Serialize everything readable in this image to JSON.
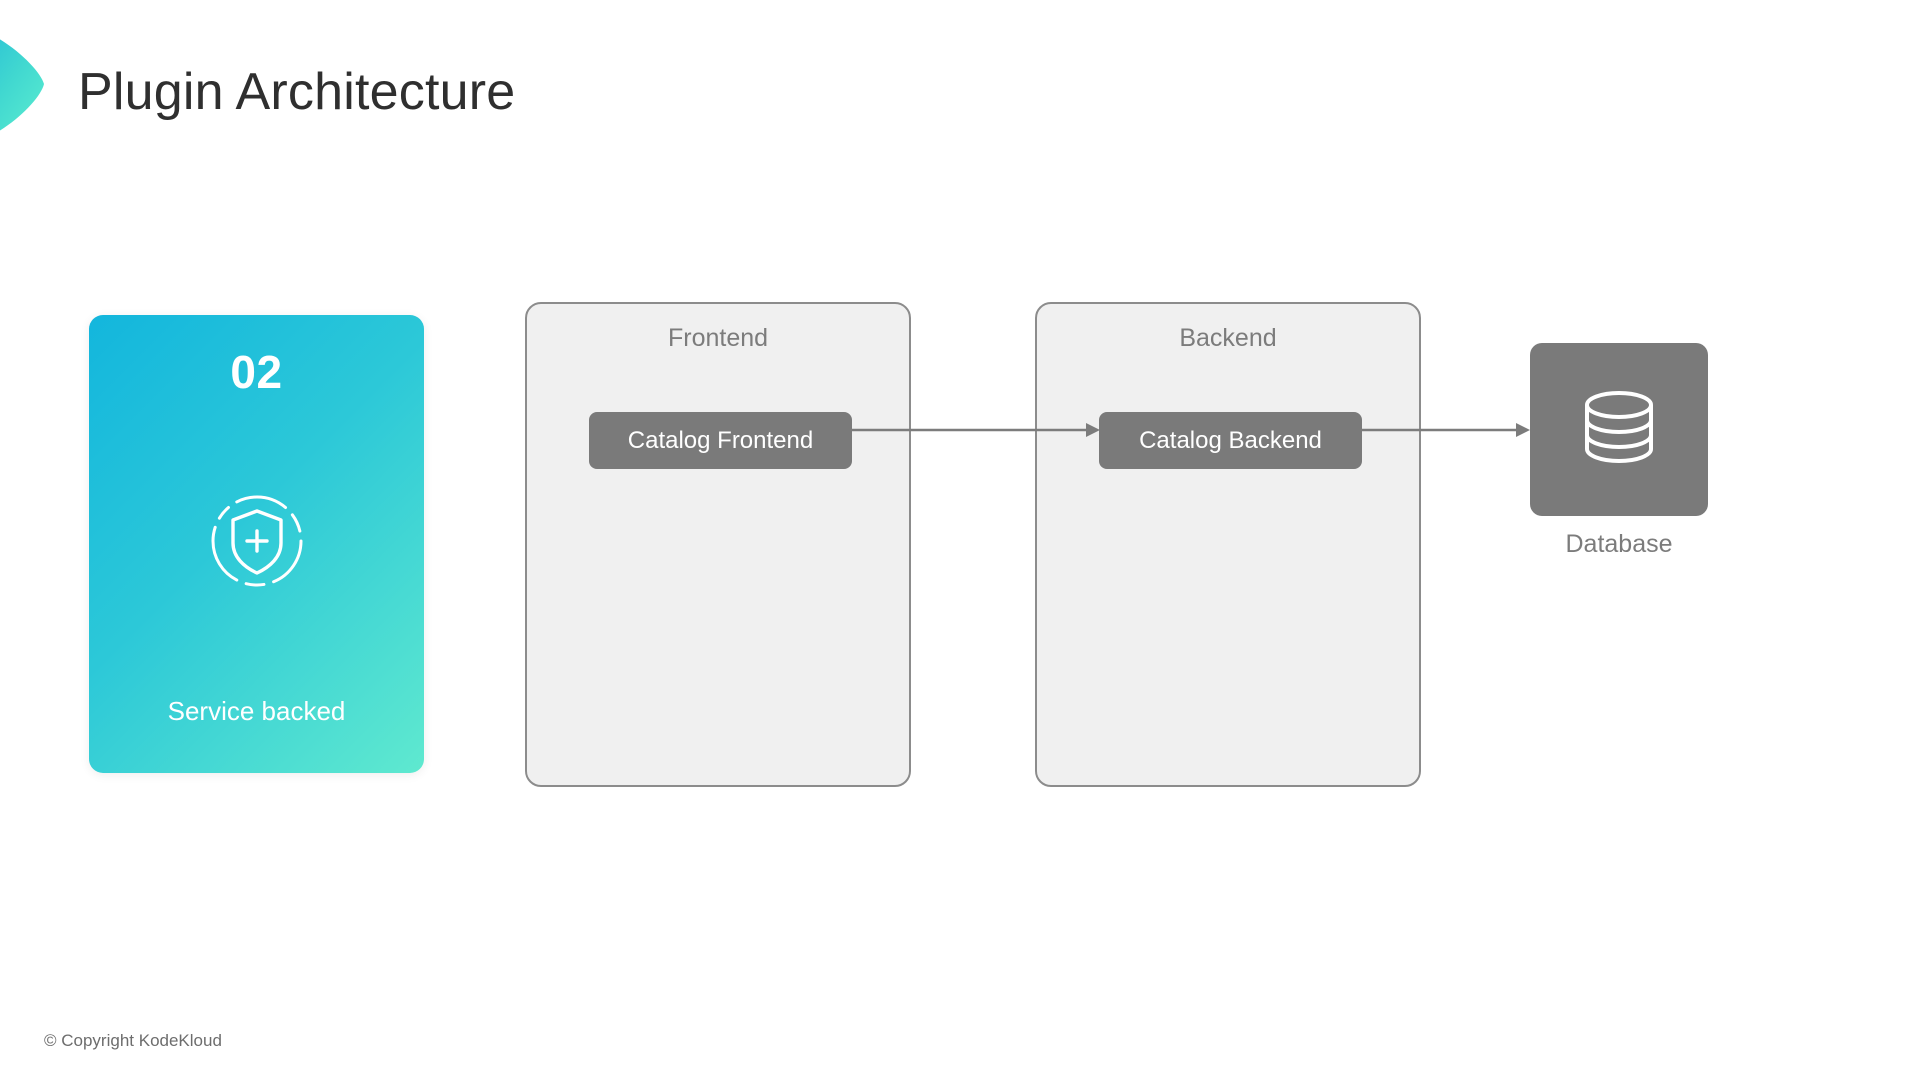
{
  "header": {
    "title": "Plugin Architecture",
    "logo_icon": "chevron-logo-icon"
  },
  "number_card": {
    "number": "02",
    "caption": "Service backed",
    "icon": "shield-plus-icon",
    "gradient_from": "#13b6dd",
    "gradient_to": "#5fe9cf"
  },
  "diagram": {
    "groups": [
      {
        "id": "frontend",
        "title": "Frontend",
        "node_label": "Catalog Frontend"
      },
      {
        "id": "backend",
        "title": "Backend",
        "node_label": "Catalog Backend"
      }
    ],
    "database": {
      "label": "Database",
      "icon": "database-cylinder-icon"
    },
    "connectors": [
      {
        "from": "Catalog Frontend",
        "to": "Catalog Backend"
      },
      {
        "from": "Catalog Backend",
        "to": "Database"
      }
    ],
    "node_color": "#7a7a7a",
    "group_fill": "#f0f0f0",
    "group_border": "#8c8c8c",
    "connector_color": "#7c7c7c"
  },
  "footer": {
    "copyright": "© Copyright KodeKloud"
  }
}
